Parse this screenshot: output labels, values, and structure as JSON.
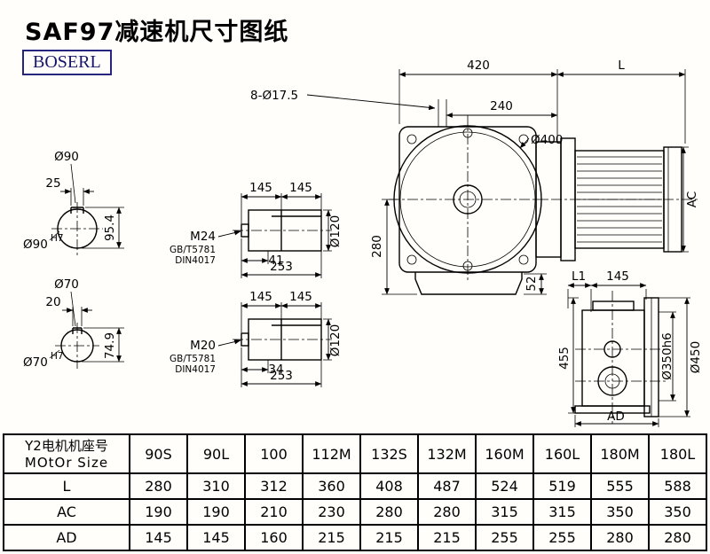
{
  "header": {
    "title": "SAF97减速机尺寸图纸",
    "logo": "BOSERL"
  },
  "colors": {
    "line": "#000000",
    "logo_blue": "#26267e",
    "background": "#fffefb"
  },
  "drawing": {
    "end_view_top": {
      "label": "Ø90",
      "key_width": "25",
      "keyway_height": "95.4",
      "bore": "Ø90",
      "bore_tolerance": "H7"
    },
    "end_view_bottom": {
      "label": "Ø70",
      "key_width": "20",
      "keyway_height": "74.9",
      "bore": "Ø70",
      "bore_tolerance": "H7"
    },
    "shaft_top": {
      "len_left": "145",
      "len_right": "145",
      "dia": "Ø120",
      "thread": "M24",
      "standard1": "GB/T5781",
      "standard2": "DIN4017",
      "thread_depth": "41",
      "total_len": "253"
    },
    "shaft_bottom": {
      "len_left": "145",
      "len_right": "145",
      "dia": "Ø120",
      "thread": "M20",
      "standard1": "GB/T5781",
      "standard2": "DIN4017",
      "thread_depth": "34",
      "total_len": "253"
    },
    "front_view": {
      "overall_width": "420",
      "motor_len": "L",
      "bolt_holes": "8-Ø17.5",
      "inner_width": "240",
      "flange_dia": "Ø400",
      "center_height": "280",
      "base_height": "52",
      "motor_height": "AC"
    },
    "side_view": {
      "dim_l1": "L1",
      "dim_145": "145",
      "height": "455",
      "spigot_dia": "Ø350h6",
      "flange_dia": "Ø450",
      "width": "AD"
    }
  },
  "table": {
    "header_cn": "Y2电机机座号",
    "header_en": "MOtOr Size",
    "columns": [
      "90S",
      "90L",
      "100",
      "112M",
      "132S",
      "132M",
      "160M",
      "160L",
      "180M",
      "180L"
    ],
    "rows": [
      {
        "label": "L",
        "values": [
          "280",
          "310",
          "312",
          "360",
          "408",
          "487",
          "524",
          "519",
          "555",
          "588"
        ]
      },
      {
        "label": "AC",
        "values": [
          "190",
          "190",
          "210",
          "230",
          "280",
          "280",
          "315",
          "315",
          "350",
          "350"
        ]
      },
      {
        "label": "AD",
        "values": [
          "145",
          "145",
          "160",
          "215",
          "215",
          "215",
          "255",
          "255",
          "280",
          "280"
        ]
      }
    ]
  }
}
